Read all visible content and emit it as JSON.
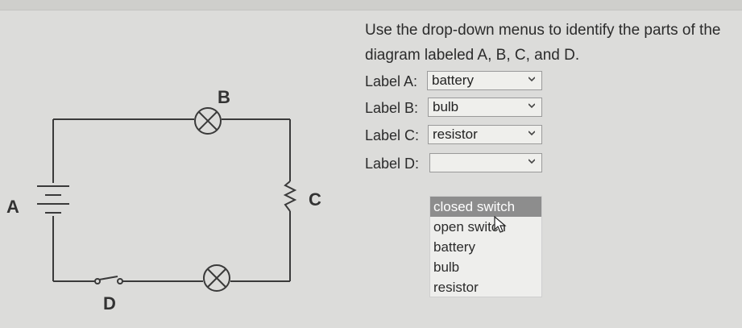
{
  "instructions": {
    "line1": "Use the drop-down menus to identify the parts of the",
    "line2": "diagram labeled A, B, C, and D."
  },
  "diagram": {
    "label_a": "A",
    "label_b": "B",
    "label_c": "C",
    "label_d": "D"
  },
  "rows": [
    {
      "label": "Label A:",
      "value": "battery"
    },
    {
      "label": "Label B:",
      "value": "bulb"
    },
    {
      "label": "Label C:",
      "value": "resistor"
    },
    {
      "label": "Label D:",
      "value": ""
    }
  ],
  "dropdown": {
    "options": [
      "closed switch",
      "open switch",
      "battery",
      "bulb",
      "resistor"
    ],
    "highlighted": "closed switch"
  },
  "colors": {
    "background": "#dcdcda",
    "highlight": "#8d8d8d",
    "wire": "#3a3a3a"
  },
  "icons": [
    "chevron-down-icon",
    "mouse-cursor-icon"
  ]
}
